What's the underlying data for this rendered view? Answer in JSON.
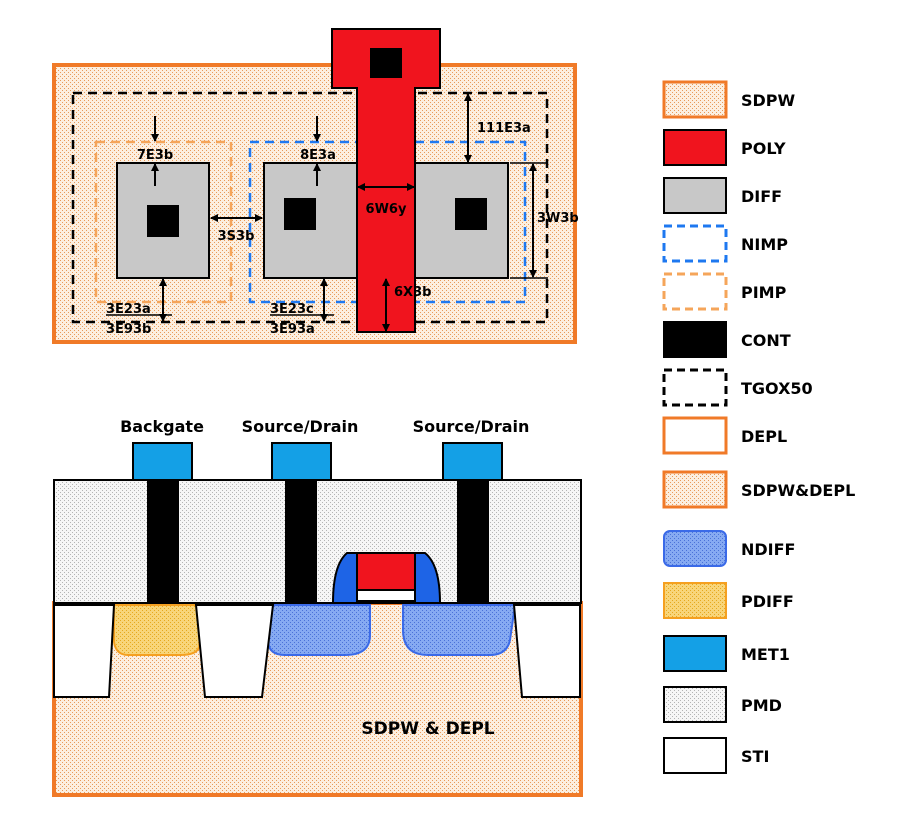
{
  "layout_dims": {
    "d_7e3b": "7E3b",
    "d_8e3a": "8E3a",
    "d_111e3a": "111E3a",
    "d_6w6y": "6W6y",
    "d_3w3b": "3W3b",
    "d_3s3b": "3S3b",
    "d_6x3b": "6X3b",
    "d_3e23a": "3E23a",
    "d_3e93b": "3E93b",
    "d_3e23c": "3E23c",
    "d_3e93a": "3E93a"
  },
  "cross_section": {
    "backgate": "Backgate",
    "source_drain_1": "Source/Drain",
    "source_drain_2": "Source/Drain",
    "region": "SDPW & DEPL"
  },
  "legend": [
    {
      "label": "SDPW"
    },
    {
      "label": "POLY"
    },
    {
      "label": "DIFF"
    },
    {
      "label": "NIMP"
    },
    {
      "label": "PIMP"
    },
    {
      "label": "CONT"
    },
    {
      "label": "TGOX50"
    },
    {
      "label": "DEPL"
    },
    {
      "label": "SDPW&DEPL"
    },
    {
      "label": "NDIFF"
    },
    {
      "label": "PDIFF"
    },
    {
      "label": "MET1"
    },
    {
      "label": "PMD"
    },
    {
      "label": "STI"
    }
  ],
  "colors": {
    "orange": "#f07a28",
    "poly_red": "#f0141e",
    "diff_gray": "#c8c8c8",
    "nimp_blue": "#1e78f0",
    "pimp_orange": "#f5a55a",
    "met1_cyan": "#14a0e6",
    "ndiff_blue": "#5a8cf0",
    "pdiff_yellow": "#f5c850"
  }
}
